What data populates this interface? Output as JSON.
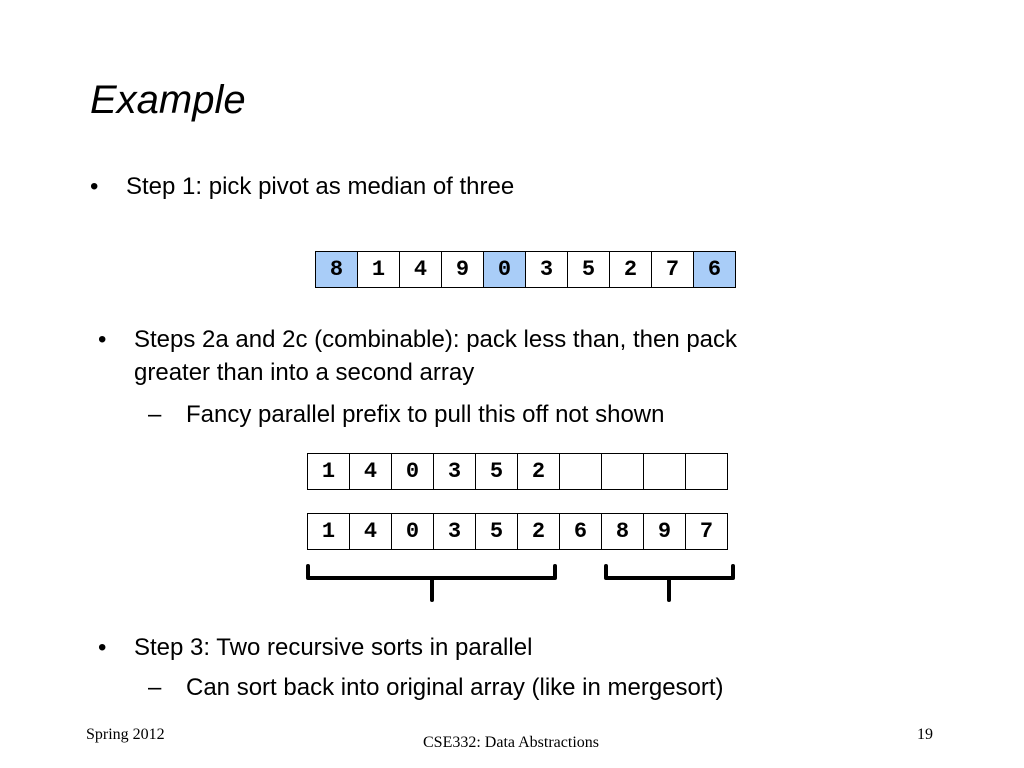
{
  "title": "Example",
  "step1": {
    "bullet": "•",
    "text": "Step 1: pick pivot as median of three"
  },
  "array1": {
    "cells": [
      "8",
      "1",
      "4",
      "9",
      "0",
      "3",
      "5",
      "2",
      "7",
      "6"
    ],
    "highlight_color": "#a9cdf8",
    "highlighted_indices": [
      0,
      4,
      9
    ]
  },
  "step2": {
    "bullet": "•",
    "line1": "Steps 2a and 2c (combinable): pack less than, then pack",
    "line2": "greater than into a second array",
    "sub": {
      "marker": "–",
      "text": "Fancy parallel prefix to pull this off not shown"
    }
  },
  "array2": {
    "cells": [
      "1",
      "4",
      "0",
      "3",
      "5",
      "2",
      "",
      "",
      "",
      ""
    ]
  },
  "array3": {
    "cells": [
      "1",
      "4",
      "0",
      "3",
      "5",
      "2",
      "6",
      "8",
      "9",
      "7"
    ]
  },
  "step3": {
    "bullet": "•",
    "text": "Step 3: Two recursive sorts in parallel",
    "sub": {
      "marker": "–",
      "text": "Can sort back into original array (like in mergesort)"
    }
  },
  "footer": {
    "left": "Spring 2012",
    "center": "CSE332: Data Abstractions",
    "right": "19"
  }
}
